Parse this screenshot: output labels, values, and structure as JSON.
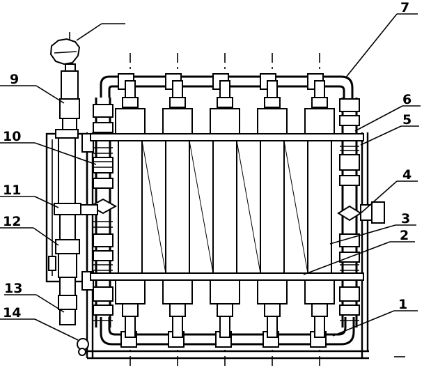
{
  "labels": {
    "l1": "1",
    "l2": "2",
    "l3": "3",
    "l4": "4",
    "l5": "5",
    "l6": "6",
    "l7": "7",
    "l9": "9",
    "l10": "10",
    "l11": "11",
    "l12": "12",
    "l13": "13",
    "l14": "14"
  }
}
